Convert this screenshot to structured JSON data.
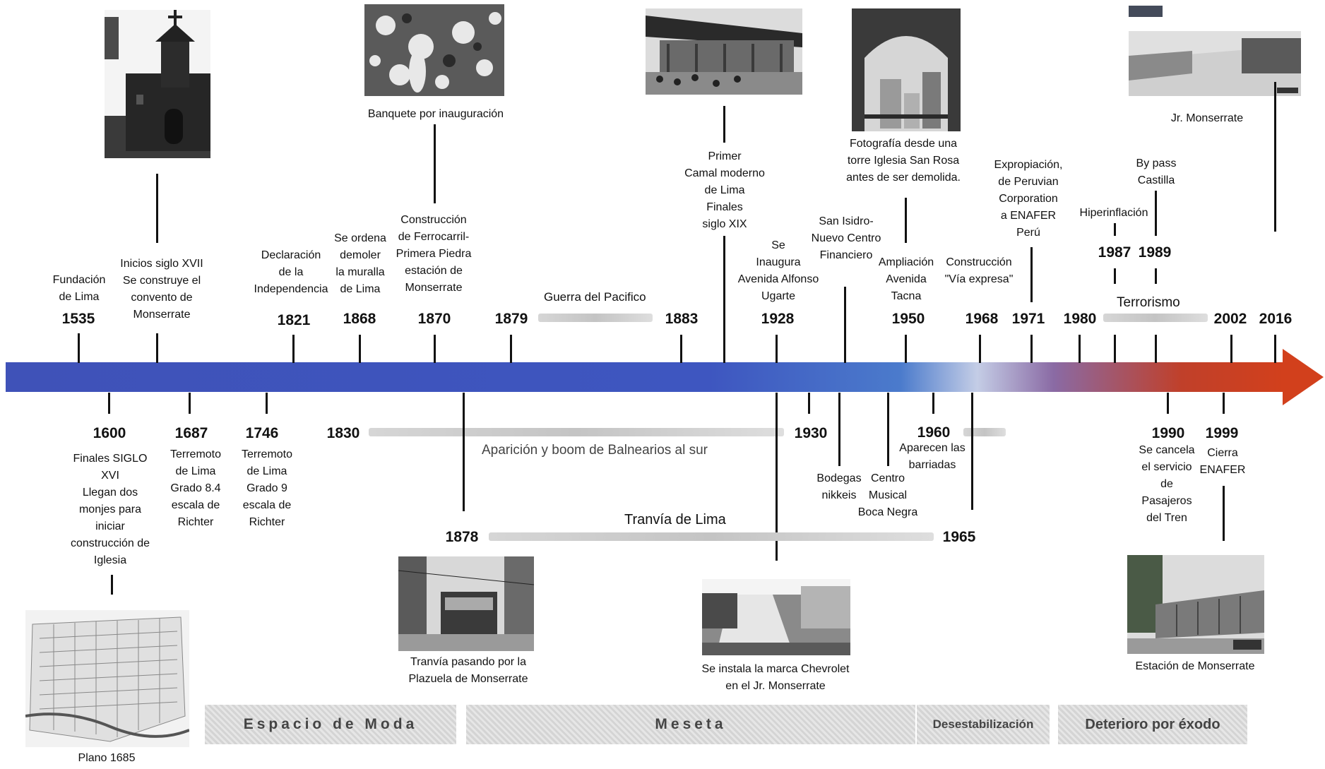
{
  "colors": {
    "axis_start": "#3f52b8",
    "axis_mid": "#4a73c8",
    "axis_end": "#d24020",
    "arrow_head": "#d2401c"
  },
  "top_events": [
    {
      "year": "1535",
      "caption": "Fundación\nde Lima"
    },
    {
      "year": "",
      "caption": "Inicios siglo XVII\nSe construye el\nconvento de\nMonserrate"
    },
    {
      "year": "1821",
      "caption": "Declaración\nde la\nIndependencia"
    },
    {
      "year": "1868",
      "caption": "Se ordena\ndemoler\nla muralla\nde Lima"
    },
    {
      "year": "1870",
      "caption": "Construcción\nde Ferrocarril-\nPrimera Piedra\nestación de\nMonserrate"
    },
    {
      "year": "1879",
      "caption": ""
    },
    {
      "year": "1883",
      "caption": ""
    },
    {
      "year": "",
      "caption": "Primer\nCamal moderno\nde Lima\nFinales\nsiglo XIX"
    },
    {
      "year": "1928",
      "caption": "Se\nInaugura\nAvenida Alfonso\nUgarte"
    },
    {
      "year": "",
      "caption": "San Isidro-\nNuevo Centro\nFinanciero"
    },
    {
      "year": "1950",
      "caption": "Ampliación\nAvenida\nTacna"
    },
    {
      "year": "1968",
      "caption": "Construcción\n\"Vía expresa\""
    },
    {
      "year": "1971",
      "caption": "Expropiación,\nde Peruvian\nCorporation\na ENAFER\nPerú"
    },
    {
      "year": "1980",
      "caption": ""
    },
    {
      "year": "1987",
      "caption": "Hiperinflación"
    },
    {
      "year": "1989",
      "caption": "By pass\nCastilla"
    },
    {
      "year": "2002",
      "caption": ""
    },
    {
      "year": "2016",
      "caption": ""
    }
  ],
  "bottom_events": [
    {
      "year": "1600",
      "caption": "Finales SIGLO\nXVI\nLlegan dos\nmonjes para\niniciar\nconstrucción de\nIglesia"
    },
    {
      "year": "1687",
      "caption": "Terremoto\nde Lima\nGrado 8.4\nescala de\nRichter"
    },
    {
      "year": "1746",
      "caption": "Terremoto\nde Lima\nGrado 9\nescala de\nRichter"
    },
    {
      "year": "1830",
      "caption": ""
    },
    {
      "year": "1878",
      "caption": ""
    },
    {
      "year": "1930",
      "caption": ""
    },
    {
      "year": "",
      "caption": "Bodegas\nnikkeis"
    },
    {
      "year": "",
      "caption": "Centro\nMusical\nBoca Negra"
    },
    {
      "year": "1960",
      "caption": "Aparecen las\nbarriadas"
    },
    {
      "year": "1965",
      "caption": ""
    },
    {
      "year": "1990",
      "caption": "Se cancela\nel servicio\nde\nPasajeros\ndel Tren"
    },
    {
      "year": "1999",
      "caption": "Cierra\nENAFER"
    }
  ],
  "ranges": {
    "guerra": "Guerra del Pacifico",
    "balnearios": "Aparición y boom de Balnearios al sur",
    "tranvia": "Tranvía de Lima",
    "terrorismo": "Terrorismo"
  },
  "photos": {
    "iglesia": "",
    "banquete": "Banquete por inauguración",
    "camal": "",
    "torre": "Fotografía desde una\ntorre Iglesia San Rosa\nantes de ser demolida.",
    "monserrate_calle": "Jr. Monserrate",
    "plano": "Plano 1685",
    "tranvia": "Tranvía pasando por la\nPlazuela de Monserrate",
    "chevrolet": "Se instala la marca Chevrolet\nen el Jr. Monserrate",
    "estacion": "Estación de Monserrate"
  },
  "phases": [
    "Espacio de Moda",
    "Meseta",
    "Desestabilización",
    "Deterioro por éxodo"
  ]
}
